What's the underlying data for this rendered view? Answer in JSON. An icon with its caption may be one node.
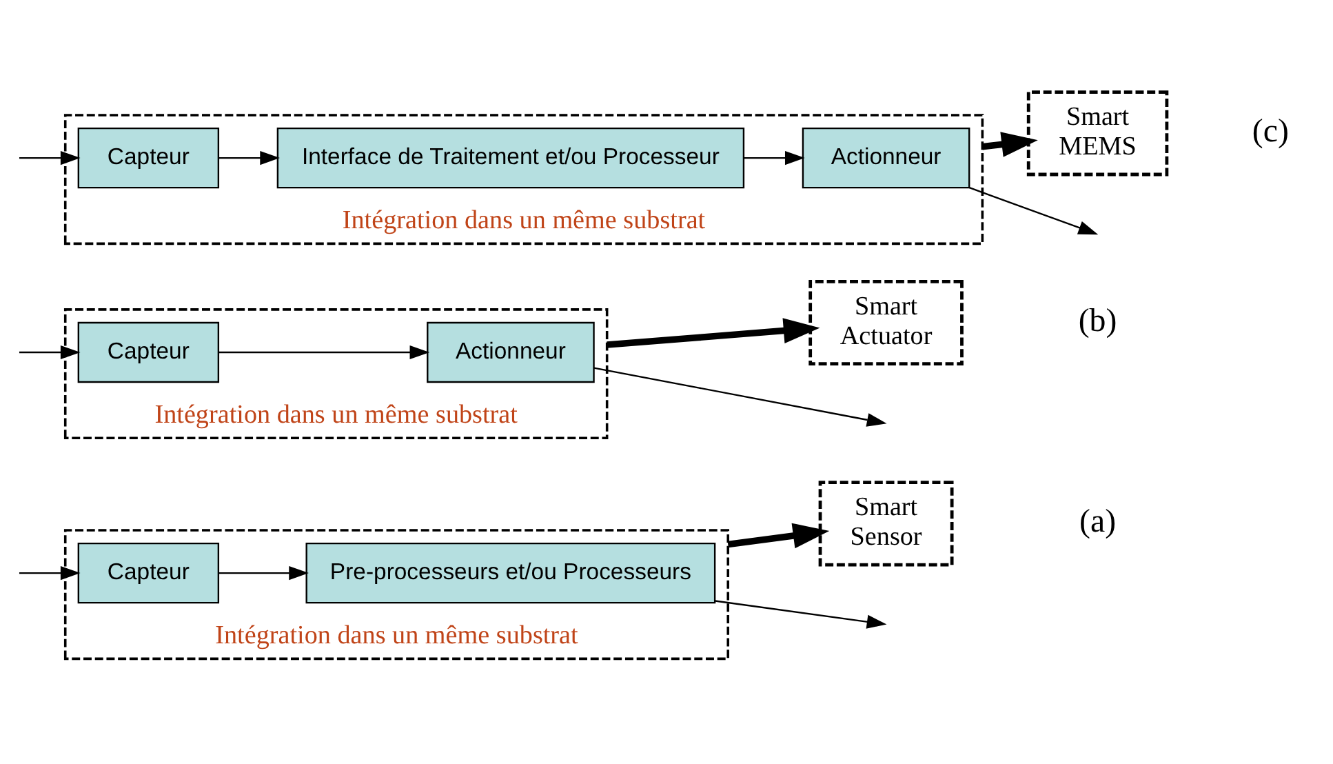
{
  "diagram": {
    "nodes": [
      {
        "text": [
          "Intégration dans un même substrat"
        ]
      },
      {
        "text": [
          "Capteur"
        ],
        "in": 0
      },
      {
        "text": [
          "Pre-processeurs et/ou Processeurs"
        ],
        "in": 0
      },
      {
        "text": [
          "Smart Sensor"
        ]
      },
      {
        "text": [
          "Intégration dans un même substrat"
        ]
      },
      {
        "text": [
          "Capteur"
        ],
        "in": 4
      },
      {
        "text": [
          "Actionneur"
        ],
        "in": 4
      },
      {
        "text": [
          "Smart Actuator"
        ]
      },
      {
        "text": [
          "Intégration dans un même substrat"
        ]
      },
      {
        "text": [
          "Capteur"
        ],
        "in": 8
      },
      {
        "text": [
          "Interface de Traitement et/ou Processeur"
        ],
        "in": 8
      },
      {
        "text": [
          "Actionneur"
        ],
        "in": 8
      },
      {
        "text": [
          "Smart MEMS"
        ]
      }
    ],
    "edges": [
      {
        "from": null,
        "to": 1,
        "arrow": "to"
      },
      {
        "from": 1,
        "to": 2,
        "arrow": "to"
      },
      {
        "from": 2,
        "to": null,
        "arrow": "to"
      },
      {
        "from": 0,
        "to": 3,
        "arrow": "to",
        "style": "thick"
      },
      {
        "from": null,
        "to": 5,
        "arrow": "to"
      },
      {
        "from": 5,
        "to": 6,
        "arrow": "to"
      },
      {
        "from": 6,
        "to": null,
        "arrow": "to"
      },
      {
        "from": 4,
        "to": 7,
        "arrow": "to",
        "style": "thick"
      },
      {
        "from": null,
        "to": 9,
        "arrow": "to"
      },
      {
        "from": 9,
        "to": 10,
        "arrow": "to"
      },
      {
        "from": 10,
        "to": 11,
        "arrow": "to"
      },
      {
        "from": 11,
        "to": null,
        "arrow": "to"
      },
      {
        "from": 8,
        "to": 12,
        "arrow": "to",
        "style": "thick"
      }
    ],
    "labels": [
      "(a)",
      "(b)",
      "(c)"
    ]
  }
}
